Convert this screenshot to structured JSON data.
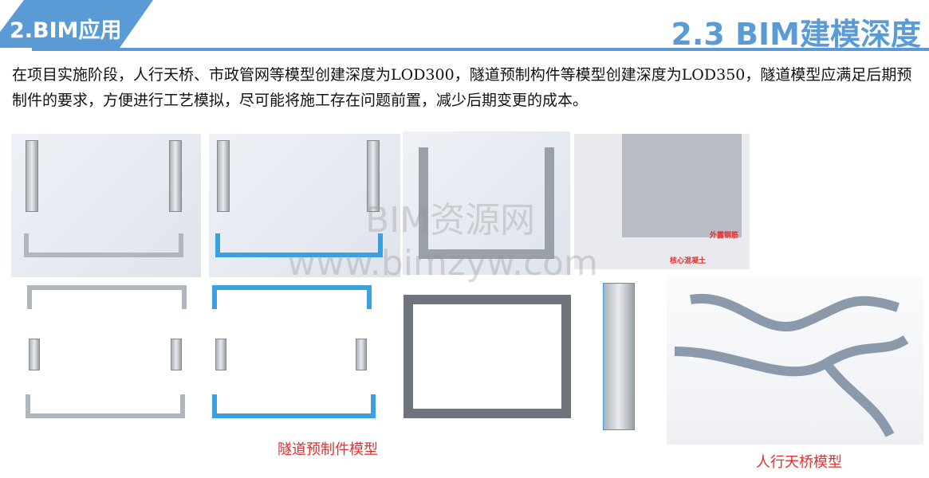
{
  "header": {
    "section_tag": "2.BIM应用",
    "title": "2.3  BIM建模深度"
  },
  "body_text": "在项目实施阶段，人行天桥、市政管网等模型创建深度为LOD300，隧道预制构件等模型创建深度为LOD350，隧道模型应满足后期预制件的要求，方便进行工艺模拟，尽可能将施工存在问题前置，减少后期变更的成本。",
  "annotations": {
    "exposed_rebar": "外露钢筋",
    "core_concrete": "核心混凝土"
  },
  "captions": {
    "tunnel": "隧道预制件模型",
    "bridge": "人行天桥模型"
  },
  "watermark": {
    "line1": "BIM资源网",
    "line2": "www.bimzyw.com"
  }
}
